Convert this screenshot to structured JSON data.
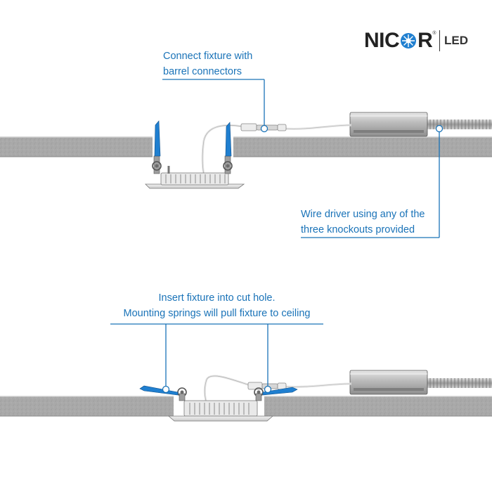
{
  "brand": {
    "name_part1": "NIC",
    "name_part2": "R",
    "registered": "®",
    "suffix": "LED"
  },
  "colors": {
    "accent": "#1a73b8",
    "ceiling": "#a9a9a9",
    "spring_blue": "#1f7fd0"
  },
  "callouts": {
    "connect": [
      "Connect fixture with",
      "barrel connectors"
    ],
    "driver": [
      "Wire driver using any of the",
      "three knockouts provided"
    ],
    "insert": [
      "Insert fixture into cut hole.",
      "Mounting springs will pull fixture to ceiling"
    ]
  }
}
